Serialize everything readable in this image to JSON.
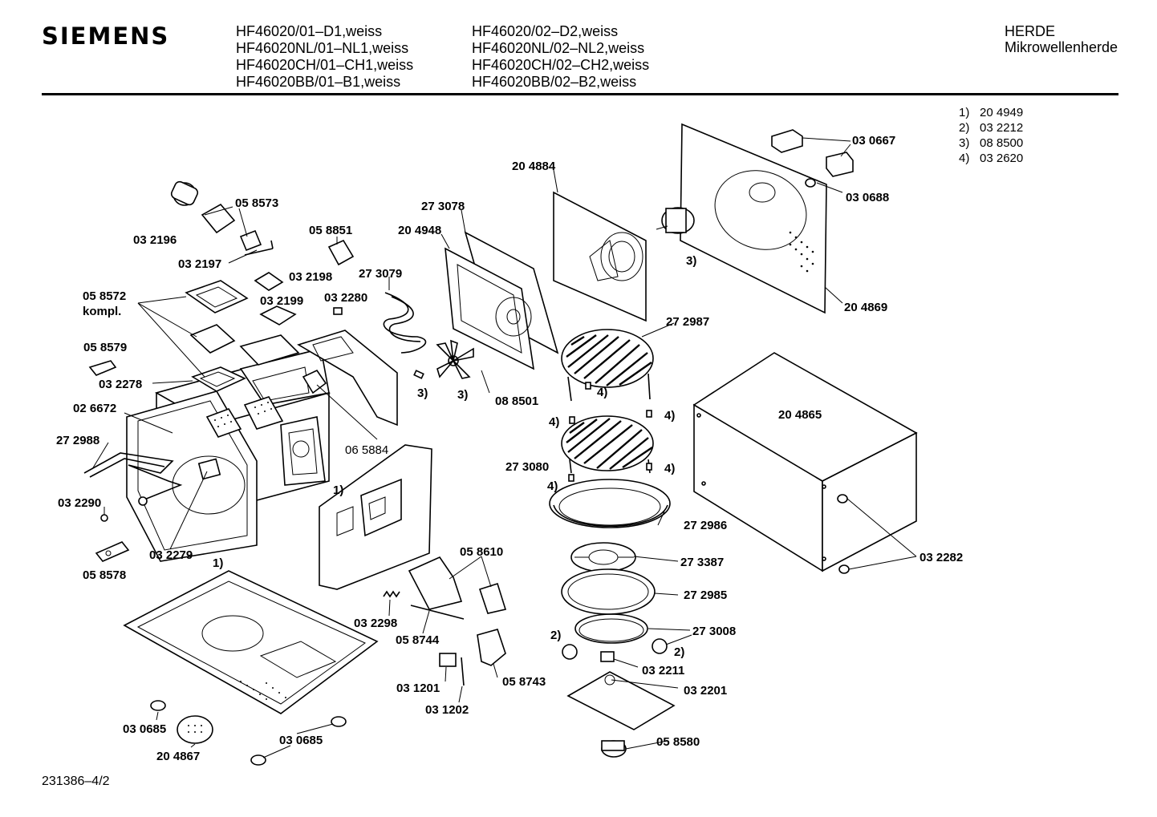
{
  "header": {
    "brand": "SIEMENS",
    "models_col1": [
      "HF46020/01–D1,weiss",
      "HF46020NL/01–NL1,weiss",
      "HF46020CH/01–CH1,weiss",
      "HF46020BB/01–B1,weiss"
    ],
    "models_col2": [
      "HF46020/02–D2,weiss",
      "HF46020NL/02–NL2,weiss",
      "HF46020CH/02–CH2,weiss",
      "HF46020BB/02–B2,weiss"
    ],
    "category": "HERDE",
    "subcategory": "Mikrowellenherde"
  },
  "legend": [
    {
      "key": "1)",
      "value": "20 4949"
    },
    {
      "key": "2)",
      "value": "03 2212"
    },
    {
      "key": "3)",
      "value": "08 8500"
    },
    {
      "key": "4)",
      "value": "03 2620"
    }
  ],
  "footer": {
    "document_number": "231386–4/2"
  },
  "labels": {
    "l_030667": "03 0667",
    "l_030688": "03 0688",
    "l_204884": "20 4884",
    "l_058573": "05 8573",
    "l_032196": "03 2196",
    "l_273078": "27 3078",
    "l_058851": "05 8851",
    "l_204948": "20 4948",
    "l_032197": "03 2197",
    "l_273079": "27 3079",
    "l_032198": "03 2198",
    "l_058572": "05 8572",
    "l_kompl": "kompl.",
    "l_032280": "03 2280",
    "l_032199": "03 2199",
    "l_204869": "20 4869",
    "l_272987": "27 2987",
    "l_058579": "05 8579",
    "l_032278": "03 2278",
    "l_088501": "08 8501",
    "l_026672": "02 6672",
    "l_204865": "20 4865",
    "l_272988": "27 2988",
    "l_065884": "06 5884",
    "l_273080": "27 3080",
    "l_032290": "03 2290",
    "l_032279": "03 2279",
    "l_058578": "05 8578",
    "l_272986": "27 2986",
    "l_058610": "05 8610",
    "l_273387": "27 3387",
    "l_032282": "03 2282",
    "l_272985": "27 2985",
    "l_032298": "03 2298",
    "l_058744": "05 8744",
    "l_273008": "27 3008",
    "l_032211": "03 2211",
    "l_031201": "03 1201",
    "l_058743": "05 8743",
    "l_032201": "03 2201",
    "l_031202": "03 1202",
    "l_030685a": "03 0685",
    "l_030685b": "03 0685",
    "l_204867": "20 4867",
    "l_058580": "05 8580",
    "r_3a": "3)",
    "r_3b": "3)",
    "r_3c": "3)",
    "r_4a": "4)",
    "r_4b": "4)",
    "r_4c": "4)",
    "r_4d": "4)",
    "r_4e": "4)",
    "r_1a": "1)",
    "r_1b": "1)",
    "r_2a": "2)",
    "r_2b": "2)"
  }
}
